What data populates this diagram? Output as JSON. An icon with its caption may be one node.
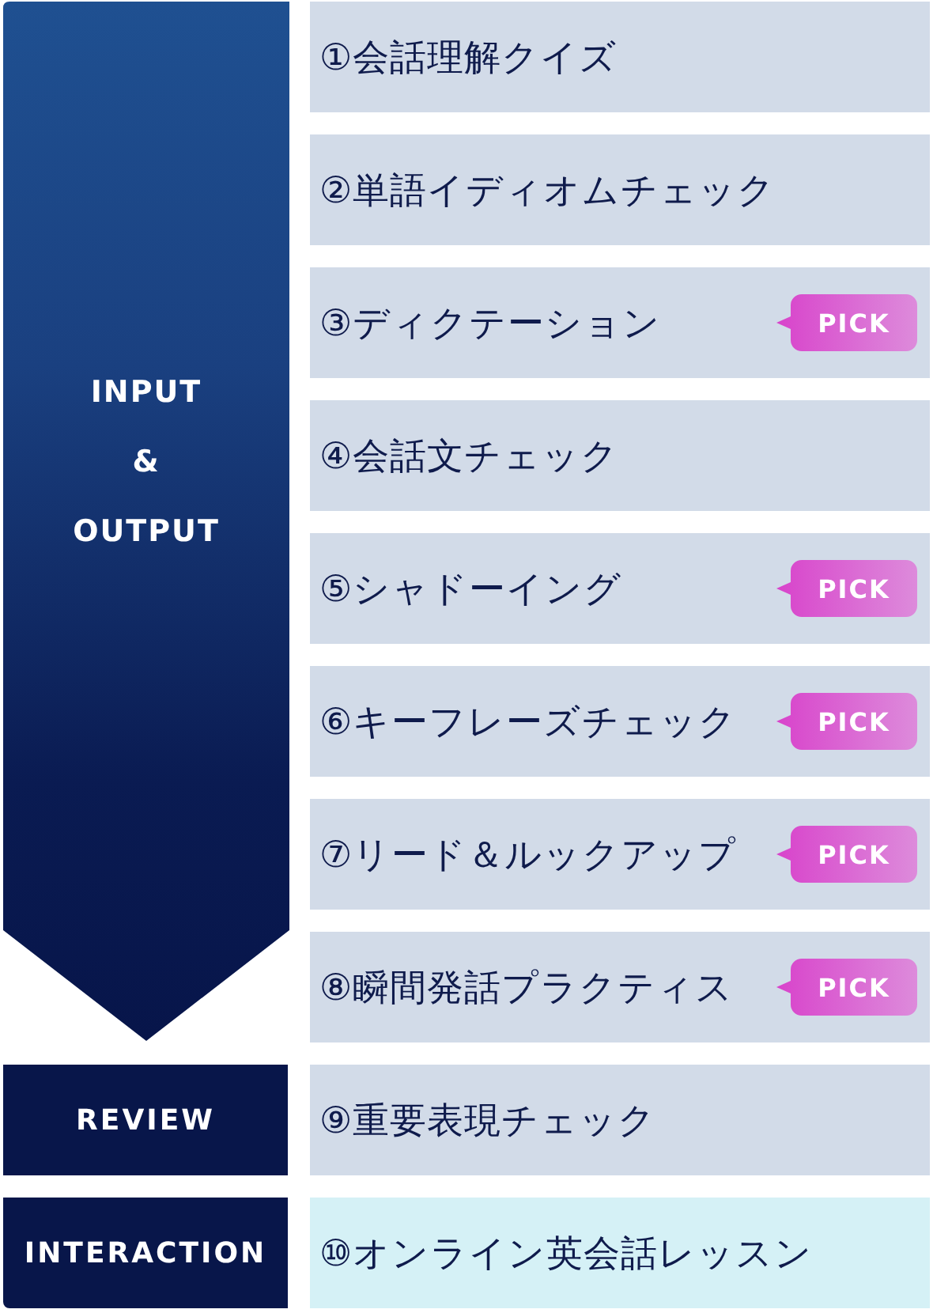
{
  "diagram": {
    "nodes": [
      {
        "text": [
          "INPUT & OUTPUT"
        ]
      },
      {
        "text": [
          "①会話理解クイズ"
        ]
      },
      {
        "text": [
          "②単語イディオムチェック"
        ]
      },
      {
        "text": [
          "③ディクテーション"
        ]
      },
      {
        "text": [
          "PICK"
        ],
        "in": 3
      },
      {
        "text": [
          "④会話文チェック"
        ]
      },
      {
        "text": [
          "⑤シャドーイング"
        ]
      },
      {
        "text": [
          "PICK"
        ],
        "in": 6
      },
      {
        "text": [
          "⑥キーフレーズチェック"
        ]
      },
      {
        "text": [
          "PICK"
        ],
        "in": 8
      },
      {
        "text": [
          "⑦リード＆ルックアップ"
        ]
      },
      {
        "text": [
          "PICK"
        ],
        "in": 10
      },
      {
        "text": [
          "⑧瞬間発話プラクティス"
        ]
      },
      {
        "text": [
          "PICK"
        ],
        "in": 12
      },
      {
        "text": [
          "REVIEW"
        ]
      },
      {
        "text": [
          "⑨重要表現チェック"
        ]
      },
      {
        "text": [
          "INTERACTION"
        ]
      },
      {
        "text": [
          "⑩オンライン英会話レッスン"
        ]
      }
    ]
  }
}
